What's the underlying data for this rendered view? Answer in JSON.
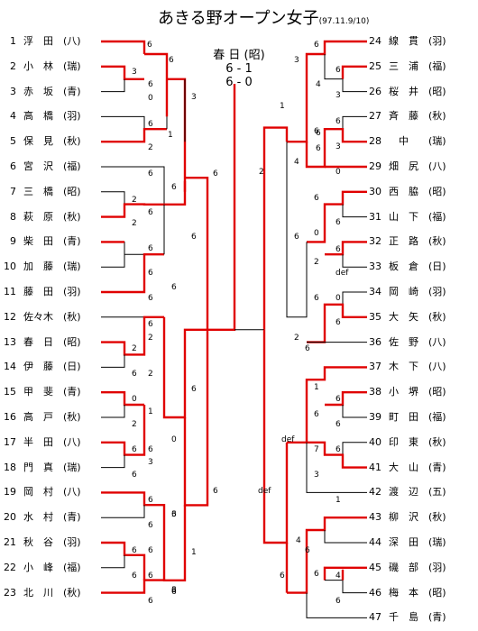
{
  "title": "あきる野オープン女子",
  "title_date": "(97.11.9/10)",
  "final": {
    "winner": "春 日 (昭)",
    "set1": "6 - 1",
    "set2": "6 - 0"
  },
  "colors": {
    "win_line": "#e00000",
    "line": "#000000"
  },
  "left_players": [
    {
      "num": "1",
      "name": "浮　田",
      "club": "(八)"
    },
    {
      "num": "2",
      "name": "小　林",
      "club": "(瑞)"
    },
    {
      "num": "3",
      "name": "赤　坂",
      "club": "(青)"
    },
    {
      "num": "4",
      "name": "高　橋",
      "club": "(羽)"
    },
    {
      "num": "5",
      "name": "保　見",
      "club": "(秋)"
    },
    {
      "num": "6",
      "name": "宮　沢",
      "club": "(福)"
    },
    {
      "num": "7",
      "name": "三　橋",
      "club": "(昭)"
    },
    {
      "num": "8",
      "name": "萩　原",
      "club": "(秋)"
    },
    {
      "num": "9",
      "name": "柴　田",
      "club": "(青)"
    },
    {
      "num": "10",
      "name": "加　藤",
      "club": "(瑞)"
    },
    {
      "num": "11",
      "name": "藤　田",
      "club": "(羽)"
    },
    {
      "num": "12",
      "name": "佐々木",
      "club": "(秋)"
    },
    {
      "num": "13",
      "name": "春　日",
      "club": "(昭)"
    },
    {
      "num": "14",
      "name": "伊　藤",
      "club": "(日)"
    },
    {
      "num": "15",
      "name": "甲　斐",
      "club": "(青)"
    },
    {
      "num": "16",
      "name": "高　戸",
      "club": "(秋)"
    },
    {
      "num": "17",
      "name": "半　田",
      "club": "(八)"
    },
    {
      "num": "18",
      "name": "門　真",
      "club": "(瑞)"
    },
    {
      "num": "19",
      "name": "岡　村",
      "club": "(八)"
    },
    {
      "num": "20",
      "name": "水　村",
      "club": "(青)"
    },
    {
      "num": "21",
      "name": "秋　谷",
      "club": "(羽)"
    },
    {
      "num": "22",
      "name": "小　峰",
      "club": "(福)"
    },
    {
      "num": "23",
      "name": "北　川",
      "club": "(秋)"
    }
  ],
  "right_players": [
    {
      "num": "24",
      "name": "線　貫",
      "club": "(羽)"
    },
    {
      "num": "25",
      "name": "三　浦",
      "club": "(福)"
    },
    {
      "num": "26",
      "name": "桜　井",
      "club": "(昭)"
    },
    {
      "num": "27",
      "name": "斉　藤",
      "club": "(秋)"
    },
    {
      "num": "28",
      "name": "　中",
      "club": "(瑞)"
    },
    {
      "num": "29",
      "name": "畑　尻",
      "club": "(八)"
    },
    {
      "num": "30",
      "name": "西　脇",
      "club": "(昭)"
    },
    {
      "num": "31",
      "name": "山　下",
      "club": "(福)"
    },
    {
      "num": "32",
      "name": "正　路",
      "club": "(秋)"
    },
    {
      "num": "33",
      "name": "板　倉",
      "club": "(日)"
    },
    {
      "num": "34",
      "name": "岡　崎",
      "club": "(羽)"
    },
    {
      "num": "35",
      "name": "大　矢",
      "club": "(秋)"
    },
    {
      "num": "36",
      "name": "佐　野",
      "club": "(八)"
    },
    {
      "num": "37",
      "name": "木　下",
      "club": "(八)"
    },
    {
      "num": "38",
      "name": "小　堺",
      "club": "(昭)"
    },
    {
      "num": "39",
      "name": "町　田",
      "club": "(福)"
    },
    {
      "num": "40",
      "name": "印　東",
      "club": "(秋)"
    },
    {
      "num": "41",
      "name": "大　山",
      "club": "(青)"
    },
    {
      "num": "42",
      "name": "渡　辺",
      "club": "(五)"
    },
    {
      "num": "43",
      "name": "柳　沢",
      "club": "(秋)"
    },
    {
      "num": "44",
      "name": "深　田",
      "club": "(瑞)"
    },
    {
      "num": "45",
      "name": "磯　部",
      "club": "(羽)"
    },
    {
      "num": "46",
      "name": "梅　本",
      "club": "(昭)"
    },
    {
      "num": "47",
      "name": "千　島",
      "club": "(青)"
    }
  ],
  "left_scores": [
    "6",
    "6",
    "3",
    "6",
    "0",
    "1",
    "6",
    "2",
    "3",
    "6",
    "2",
    "6",
    "6",
    "2",
    "6",
    "6",
    "6",
    "6",
    "6",
    "6",
    "6",
    "2",
    "2",
    "6",
    "2",
    "0",
    "1",
    "2",
    "6",
    "6",
    "3",
    "6",
    "0",
    "6",
    "6",
    "6",
    "6",
    "1",
    "6",
    "6",
    "6",
    "6",
    "6",
    "3",
    "6",
    "6",
    "6",
    "3"
  ],
  "right_scores": [
    "6",
    "3",
    "6",
    "4",
    "3",
    "2",
    "6",
    "6",
    "6",
    "6",
    "3",
    "4",
    "0",
    "6",
    "6",
    "1",
    "0",
    "6",
    "2",
    "def",
    "6",
    "6",
    "0",
    "6",
    "2",
    "6",
    "1",
    "6",
    "6",
    "6",
    "def",
    "7",
    "6",
    "3",
    "1",
    "def",
    "4",
    "6",
    "4",
    "6",
    "6",
    "6"
  ]
}
